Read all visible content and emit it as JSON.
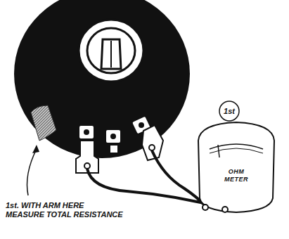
{
  "diagram": {
    "nodes": [
      {
        "text": [
          "1st"
        ]
      },
      {
        "text": [
          "OHM METER"
        ]
      }
    ],
    "labels": [
      "1st. WITH ARM HERE MEASURE TOTAL RESISTANCE"
    ]
  }
}
